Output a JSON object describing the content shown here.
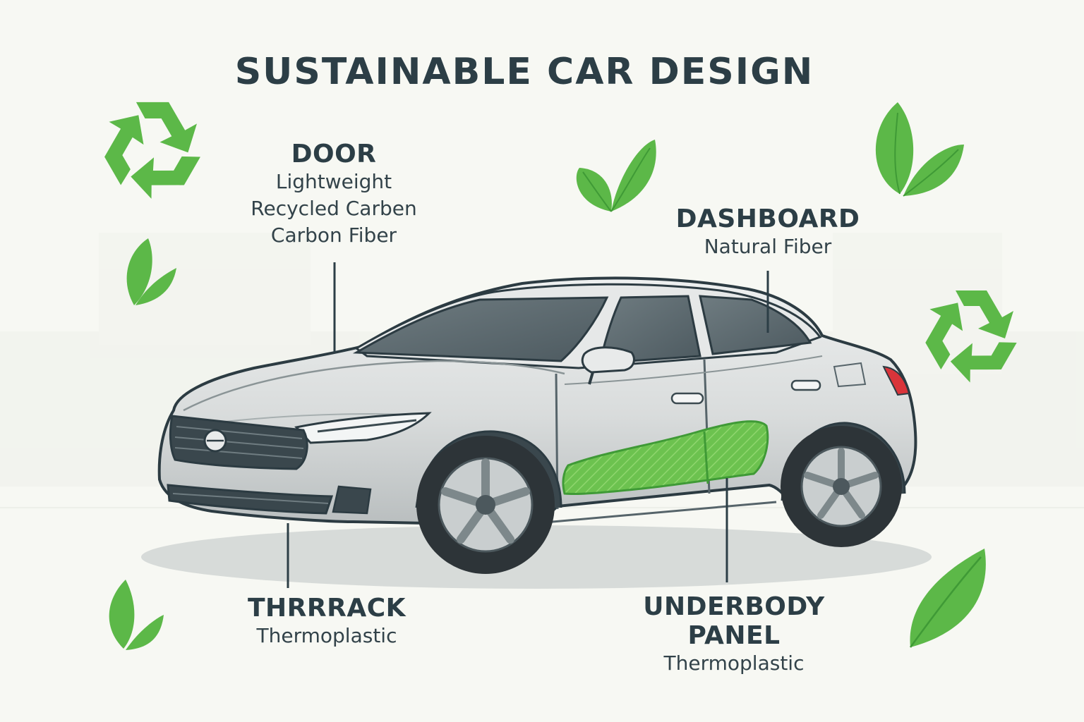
{
  "title": "SUSTAINABLE CAR DESIGN",
  "callouts": {
    "door": {
      "heading": "DOOR",
      "lines": [
        "Lightweight",
        "Recycled Carben",
        "Carbon Fiber"
      ]
    },
    "dashboard": {
      "heading": "DASHBOARD",
      "lines": [
        "Natural Fiber"
      ]
    },
    "thrrrack": {
      "heading": "THRRRACK",
      "lines": [
        "Thermoplastic"
      ]
    },
    "underbody": {
      "heading": "UNDERBODY PANEL",
      "lines": [
        "Thermoplastic"
      ]
    }
  },
  "colors": {
    "text": "#2c3e46",
    "eco_green": "#5cb848",
    "eco_green_dark": "#3f9a36",
    "car_body": "#dfe2e2",
    "car_outline": "#2c3b42",
    "tyre": "#2d3438",
    "tail_light": "#d9343a"
  },
  "icons": [
    "recycle-icon",
    "leaf-icon"
  ]
}
